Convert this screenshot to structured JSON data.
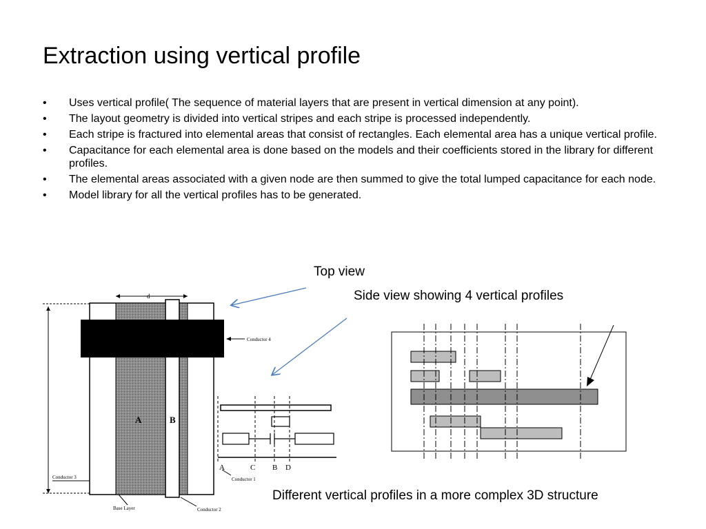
{
  "slide": {
    "title": "Extraction using vertical profile",
    "bullets": [
      "Uses vertical profile( The sequence of material layers that are present in vertical dimension at any point).",
      "The  layout geometry is divided into vertical stripes and each stripe is processed independently.",
      "Each stripe is fractured into elemental areas that consist of rectangles. Each elemental area has a unique vertical profile.",
      "Capacitance for each elemental area is done based on the models and their coefficients stored in the library for different profiles.",
      "The elemental areas associated with a given node are then summed to give the total lumped capacitance for each node.",
      "Model library for all the vertical profiles has to be generated."
    ],
    "bullet_glyph": "•",
    "captions": {
      "top_view": "Top view",
      "side_view": "Side view showing 4 vertical profiles",
      "complex": "Different vertical profiles in a more complex 3D structure"
    }
  },
  "figure_left": {
    "dimension_label": "d",
    "region_a": "A",
    "region_b": "B",
    "conductor4": "Conductor 4",
    "conductor3": "Conductor 3",
    "conductor1": "Conductor 1",
    "conductor2": "Conductor 2",
    "base_layer": "Base Layer",
    "profile_labels": [
      "A",
      "C",
      "B",
      "D"
    ]
  }
}
